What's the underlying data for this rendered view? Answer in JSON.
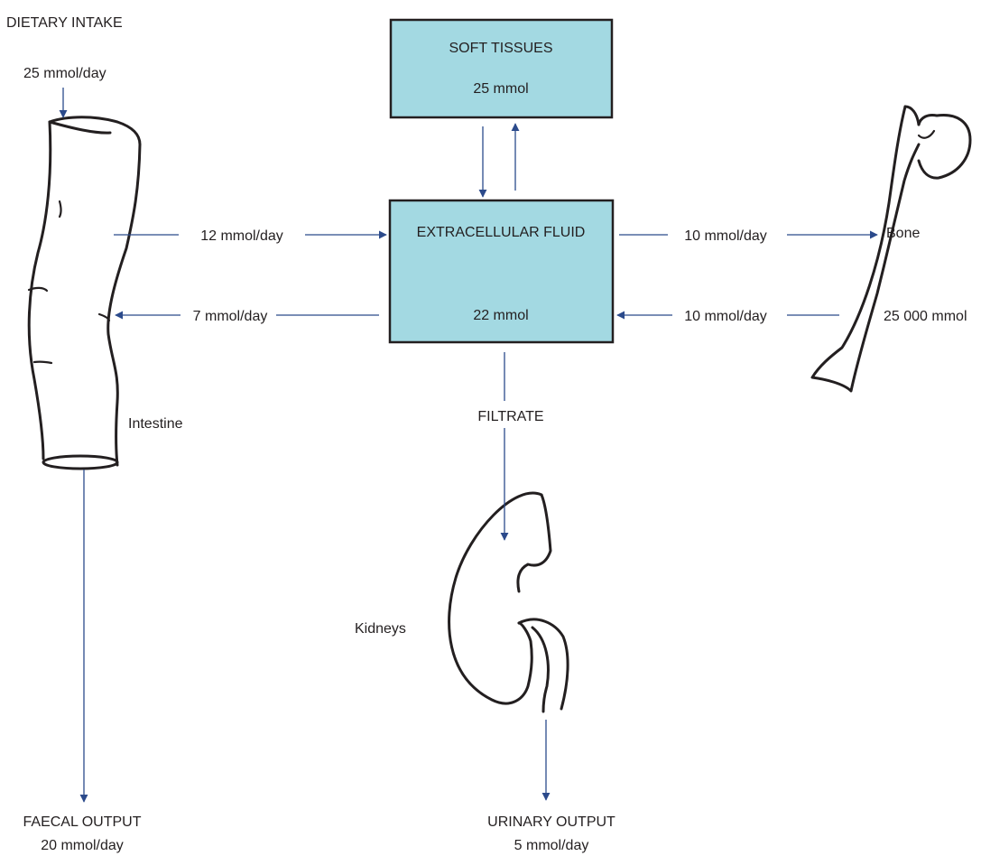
{
  "labels": {
    "dietary_intake": "DIETARY INTAKE",
    "dietary_intake_value": "25 mmol/day",
    "soft_tissues": "SOFT TISSUES",
    "soft_tissues_value": "25 mmol",
    "ecf": "EXTRACELLULAR FLUID",
    "ecf_value": "22 mmol",
    "intestine_to_ecf": "12 mmol/day",
    "ecf_to_intestine": "7 mmol/day",
    "ecf_to_bone": "10 mmol/day",
    "bone_to_ecf": "10 mmol/day",
    "bone": "Bone",
    "bone_value": "25 000 mmol",
    "intestine": "Intestine",
    "filtrate": "FILTRATE",
    "kidneys": "Kidneys",
    "faecal_output": "FAECAL OUTPUT",
    "faecal_output_value": "20 mmol/day",
    "urinary_output": "URINARY OUTPUT",
    "urinary_output_value": "5 mmol/day"
  },
  "colors": {
    "box_fill": "#a3d9e2",
    "arrow": "#2b4a8b",
    "outline": "#231f20"
  }
}
